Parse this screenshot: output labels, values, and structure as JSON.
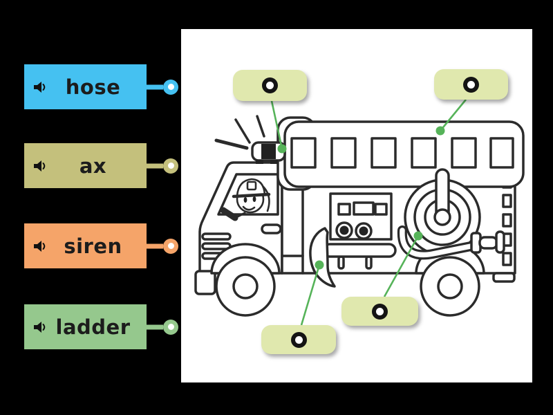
{
  "page": {
    "background_color": "#000000"
  },
  "word_bank": {
    "items": [
      {
        "label": "hose",
        "color": "#45c1f1",
        "icon": "speaker-icon"
      },
      {
        "label": "ax",
        "color": "#c4c07c",
        "icon": "speaker-icon"
      },
      {
        "label": "siren",
        "color": "#f5a469",
        "icon": "speaker-icon"
      },
      {
        "label": "ladder",
        "color": "#95c88d",
        "icon": "speaker-icon"
      }
    ]
  },
  "board": {
    "background_color": "#ffffff",
    "illustration": "fire-truck-line-drawing",
    "connector_color": "#56b359",
    "drop_zone_color": "#e0e8ae",
    "drop_zone_count": 4,
    "drop_zones": [
      {
        "points_to": "siren-light-bar"
      },
      {
        "points_to": "roof-ladder"
      },
      {
        "points_to": "hose-reel"
      },
      {
        "points_to": "ax"
      }
    ]
  }
}
